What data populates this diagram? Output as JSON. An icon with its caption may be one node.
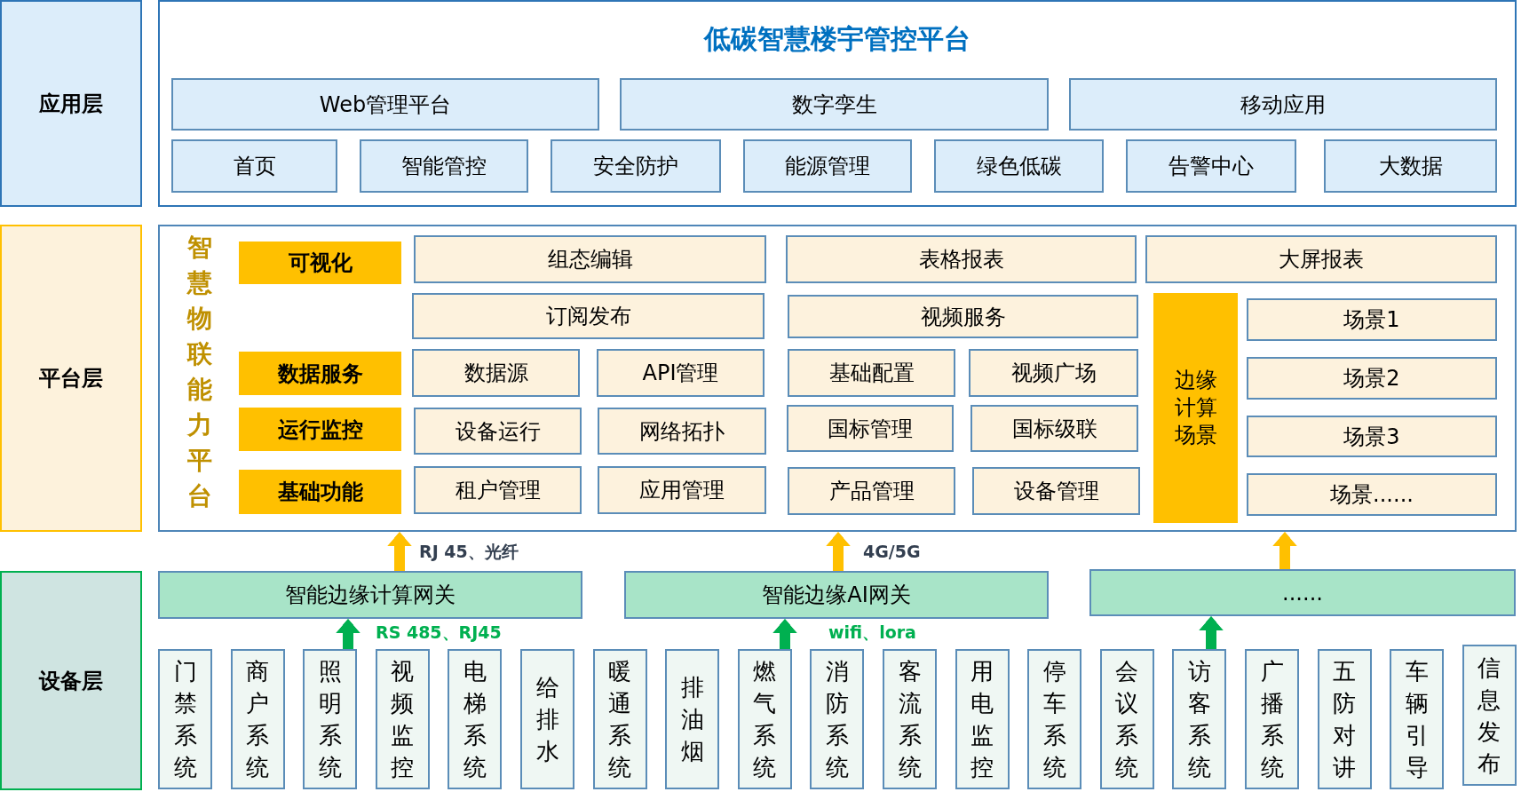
{
  "diagram": {
    "nodes": [
      {
        "text": [
          "应用层"
        ]
      },
      {
        "text": [
          "低碳智慧楼宇管控平台"
        ]
      },
      {
        "text": [
          "Web管理平台"
        ],
        "in": 1
      },
      {
        "text": [
          "数字孪生"
        ],
        "in": 1
      },
      {
        "text": [
          "移动应用"
        ],
        "in": 1
      },
      {
        "text": [
          "首页"
        ],
        "in": 1
      },
      {
        "text": [
          "智能管控"
        ],
        "in": 1
      },
      {
        "text": [
          "安全防护"
        ],
        "in": 1
      },
      {
        "text": [
          "能源管理"
        ],
        "in": 1
      },
      {
        "text": [
          "绿色低碳"
        ],
        "in": 1
      },
      {
        "text": [
          "告警中心"
        ],
        "in": 1
      },
      {
        "text": [
          "大数据"
        ],
        "in": 1
      },
      {
        "text": [
          "平台层"
        ]
      },
      {
        "text": [
          "智慧物联能力平台"
        ]
      },
      {
        "text": [
          "可视化"
        ],
        "in": 13
      },
      {
        "text": [
          "组态编辑"
        ],
        "in": 13
      },
      {
        "text": [
          "表格报表"
        ],
        "in": 13
      },
      {
        "text": [
          "大屏报表"
        ],
        "in": 13
      },
      {
        "text": [
          "订阅发布"
        ],
        "in": 13
      },
      {
        "text": [
          "视频服务"
        ],
        "in": 13
      },
      {
        "text": [
          "边缘计算场景"
        ],
        "in": 13
      },
      {
        "text": [
          "场景1"
        ],
        "in": 13
      },
      {
        "text": [
          "数据服务"
        ],
        "in": 13
      },
      {
        "text": [
          "数据源"
        ],
        "in": 13
      },
      {
        "text": [
          "API管理"
        ],
        "in": 13
      },
      {
        "text": [
          "基础配置"
        ],
        "in": 13
      },
      {
        "text": [
          "视频广场"
        ],
        "in": 13
      },
      {
        "text": [
          "场景2"
        ],
        "in": 13
      },
      {
        "text": [
          "运行监控"
        ],
        "in": 13
      },
      {
        "text": [
          "设备运行"
        ],
        "in": 13
      },
      {
        "text": [
          "网络拓扑"
        ],
        "in": 13
      },
      {
        "text": [
          "国标管理"
        ],
        "in": 13
      },
      {
        "text": [
          "国标级联"
        ],
        "in": 13
      },
      {
        "text": [
          "场景3"
        ],
        "in": 13
      },
      {
        "text": [
          "基础功能"
        ],
        "in": 13
      },
      {
        "text": [
          "租户管理"
        ],
        "in": 13
      },
      {
        "text": [
          "应用管理"
        ],
        "in": 13
      },
      {
        "text": [
          "产品管理"
        ],
        "in": 13
      },
      {
        "text": [
          "设备管理"
        ],
        "in": 13
      },
      {
        "text": [
          "场景......"
        ],
        "in": 13
      },
      {
        "text": [
          "设备层"
        ]
      },
      {
        "text": [
          "智能边缘计算网关"
        ]
      },
      {
        "text": [
          "智能边缘AI网关"
        ]
      },
      {
        "text": [
          "......"
        ]
      },
      {
        "text": [
          "门禁系统"
        ]
      },
      {
        "text": [
          "商户系统"
        ]
      },
      {
        "text": [
          "照明系统"
        ]
      },
      {
        "text": [
          "视频监控"
        ]
      },
      {
        "text": [
          "电梯系统"
        ]
      },
      {
        "text": [
          "给排水"
        ]
      },
      {
        "text": [
          "暖通系统"
        ]
      },
      {
        "text": [
          "排油烟"
        ]
      },
      {
        "text": [
          "燃气系统"
        ]
      },
      {
        "text": [
          "消防系统"
        ]
      },
      {
        "text": [
          "客流系统"
        ]
      },
      {
        "text": [
          "用电监控"
        ]
      },
      {
        "text": [
          "停车系统"
        ]
      },
      {
        "text": [
          "会议系统"
        ]
      },
      {
        "text": [
          "访客系统"
        ]
      },
      {
        "text": [
          "广播系统"
        ]
      },
      {
        "text": [
          "五防对讲"
        ]
      },
      {
        "text": [
          "车辆引导"
        ]
      },
      {
        "text": [
          "信息发布"
        ]
      }
    ],
    "edges": [
      {
        "from": 41,
        "to": 13,
        "arrow": "to",
        "label": "RJ 45、光纤",
        "color": "#ffc000"
      },
      {
        "from": 42,
        "to": 13,
        "arrow": "to",
        "label": "4G/5G",
        "color": "#ffc000"
      },
      {
        "from": 43,
        "to": 13,
        "arrow": "to",
        "color": "#ffc000"
      },
      {
        "from": 46,
        "to": 41,
        "arrow": "to",
        "label": "RS 485、RJ45",
        "color": "#00b050"
      },
      {
        "from": 52,
        "to": 42,
        "arrow": "to",
        "label": "wifi、lora",
        "color": "#00b050"
      },
      {
        "from": 58,
        "to": 43,
        "arrow": "to",
        "color": "#00b050"
      }
    ]
  }
}
